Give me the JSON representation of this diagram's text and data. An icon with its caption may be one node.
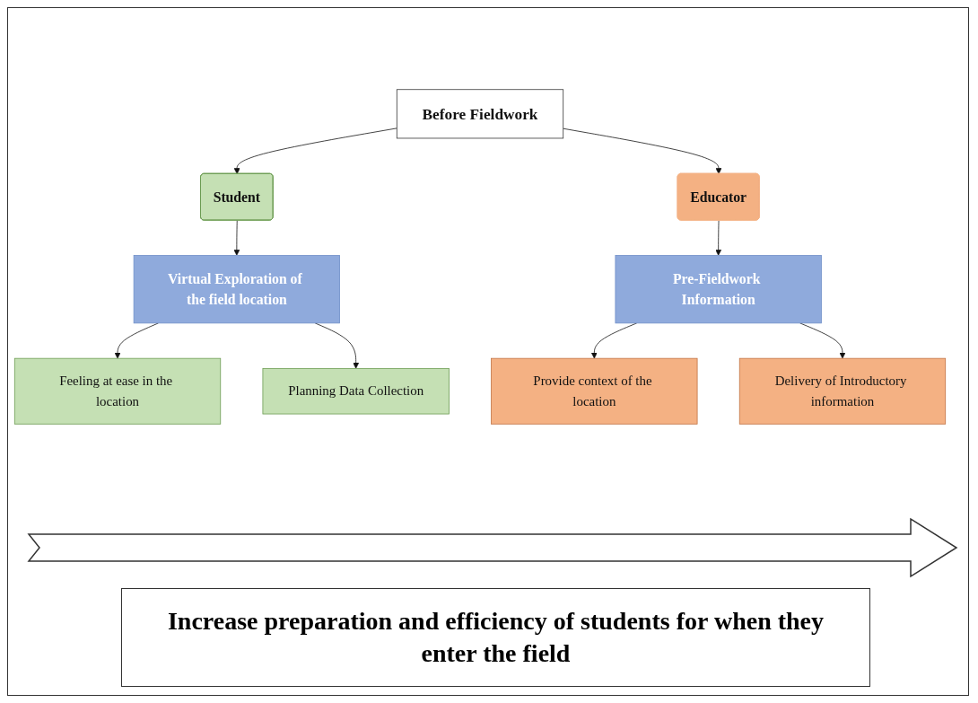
{
  "diagram": {
    "nodes": [
      {
        "text": [
          "Before Fieldwork"
        ]
      },
      {
        "text": [
          "Student"
        ]
      },
      {
        "text": [
          "Educator"
        ]
      },
      {
        "text": [
          "Virtual Exploration of the field location"
        ]
      },
      {
        "text": [
          "Pre-Fieldwork Information"
        ]
      },
      {
        "text": [
          "Feeling at ease in the location"
        ]
      },
      {
        "text": [
          "Planning Data Collection"
        ]
      },
      {
        "text": [
          "Provide context of the location"
        ]
      },
      {
        "text": [
          "Delivery of Introductory information"
        ]
      },
      {
        "text": [
          "Increase preparation and efficiency of students for when they enter the field"
        ]
      }
    ],
    "edges": [
      {
        "from": 0,
        "to": 1,
        "arrow": "to"
      },
      {
        "from": 0,
        "to": 2,
        "arrow": "to"
      },
      {
        "from": 1,
        "to": 3,
        "arrow": "to"
      },
      {
        "from": 2,
        "to": 4,
        "arrow": "to"
      },
      {
        "from": 3,
        "to": 5,
        "arrow": "to"
      },
      {
        "from": 3,
        "to": 6,
        "arrow": "to"
      },
      {
        "from": 4,
        "to": 7,
        "arrow": "to"
      },
      {
        "from": 4,
        "to": 8,
        "arrow": "to"
      }
    ]
  }
}
